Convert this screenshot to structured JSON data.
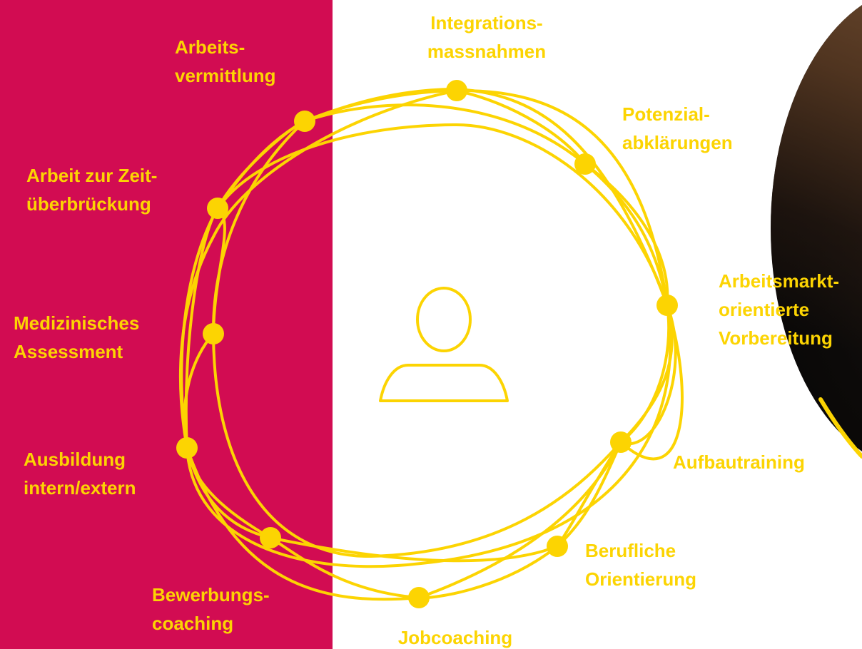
{
  "colors": {
    "panel": "#d20c52",
    "accent": "#fcd402",
    "background": "#ffffff"
  },
  "icons": {
    "center": "person-icon"
  },
  "nodes": [
    {
      "id": "integrationsmassnahmen",
      "lines": [
        "Integrations-",
        "massnahmen"
      ]
    },
    {
      "id": "potenzialabklaerungen",
      "lines": [
        "Potenzial-",
        "abklärungen"
      ]
    },
    {
      "id": "arbeitsmarktorientierte-vorbereitung",
      "lines": [
        "Arbeitsmarkt-",
        "orientierte",
        "Vorbereitung"
      ]
    },
    {
      "id": "aufbautraining",
      "lines": [
        "Aufbautraining"
      ]
    },
    {
      "id": "berufliche-orientierung",
      "lines": [
        "Berufliche",
        "Orientierung"
      ]
    },
    {
      "id": "jobcoaching",
      "lines": [
        "Jobcoaching"
      ]
    },
    {
      "id": "bewerbungscoaching",
      "lines": [
        "Bewerbungs-",
        "coaching"
      ]
    },
    {
      "id": "ausbildung",
      "lines": [
        "Ausbildung",
        "intern/extern"
      ]
    },
    {
      "id": "medizinisches-assessment",
      "lines": [
        "Medizinisches",
        "Assessment"
      ]
    },
    {
      "id": "arbeit-zur-zeitueberbrueckung",
      "lines": [
        "Arbeit zur Zeit-",
        "überbrückung"
      ]
    },
    {
      "id": "arbeitsvermittlung",
      "lines": [
        "Arbeits-",
        "vermittlung"
      ]
    }
  ]
}
